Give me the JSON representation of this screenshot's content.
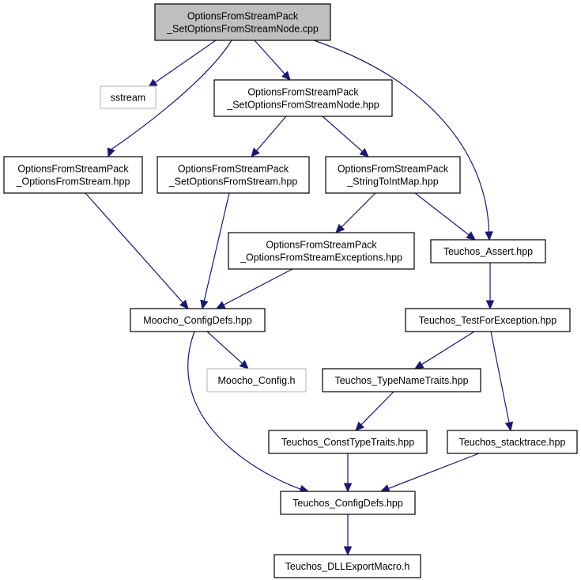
{
  "nodes": {
    "src_cpp": [
      "OptionsFromStreamPack",
      "_SetOptionsFromStreamNode.cpp"
    ],
    "sstream": [
      "sstream"
    ],
    "node_hpp": [
      "OptionsFromStreamPack",
      "_SetOptionsFromStreamNode.hpp"
    ],
    "ofs_hpp": [
      "OptionsFromStreamPack",
      "_OptionsFromStream.hpp"
    ],
    "set_hpp": [
      "OptionsFromStreamPack",
      "_SetOptionsFromStream.hpp"
    ],
    "s2i_hpp": [
      "OptionsFromStreamPack",
      "_StringToIntMap.hpp"
    ],
    "exc_hpp": [
      "OptionsFromStreamPack",
      "_OptionsFromStreamExceptions.hpp"
    ],
    "assert_hpp": [
      "Teuchos_Assert.hpp"
    ],
    "moocho_cfg_hpp": [
      "Moocho_ConfigDefs.hpp"
    ],
    "testexc_hpp": [
      "Teuchos_TestForException.hpp"
    ],
    "moocho_cfg_h": [
      "Moocho_Config.h"
    ],
    "typename_hpp": [
      "Teuchos_TypeNameTraits.hpp"
    ],
    "consttype_hpp": [
      "Teuchos_ConstTypeTraits.hpp"
    ],
    "stacktrace_hpp": [
      "Teuchos_stacktrace.hpp"
    ],
    "teuchos_cfg_hpp": [
      "Teuchos_ConfigDefs.hpp"
    ],
    "dllexport_h": [
      "Teuchos_DLLExportMacro.h"
    ]
  },
  "edges": [
    [
      "src_cpp",
      "sstream"
    ],
    [
      "src_cpp",
      "node_hpp"
    ],
    [
      "src_cpp",
      "ofs_hpp"
    ],
    [
      "src_cpp",
      "assert_hpp"
    ],
    [
      "node_hpp",
      "set_hpp"
    ],
    [
      "node_hpp",
      "s2i_hpp"
    ],
    [
      "ofs_hpp",
      "moocho_cfg_hpp"
    ],
    [
      "set_hpp",
      "moocho_cfg_hpp"
    ],
    [
      "s2i_hpp",
      "exc_hpp"
    ],
    [
      "s2i_hpp",
      "assert_hpp"
    ],
    [
      "exc_hpp",
      "moocho_cfg_hpp"
    ],
    [
      "assert_hpp",
      "testexc_hpp"
    ],
    [
      "moocho_cfg_hpp",
      "moocho_cfg_h"
    ],
    [
      "moocho_cfg_hpp",
      "teuchos_cfg_hpp"
    ],
    [
      "testexc_hpp",
      "typename_hpp"
    ],
    [
      "testexc_hpp",
      "stacktrace_hpp"
    ],
    [
      "typename_hpp",
      "consttype_hpp"
    ],
    [
      "consttype_hpp",
      "teuchos_cfg_hpp"
    ],
    [
      "stacktrace_hpp",
      "teuchos_cfg_hpp"
    ],
    [
      "teuchos_cfg_hpp",
      "dllexport_h"
    ]
  ],
  "colors": {
    "edge": "#191970",
    "root_fill": "#bfbfbf",
    "external_border": "#bfbfbf",
    "node_border": "#000000"
  }
}
